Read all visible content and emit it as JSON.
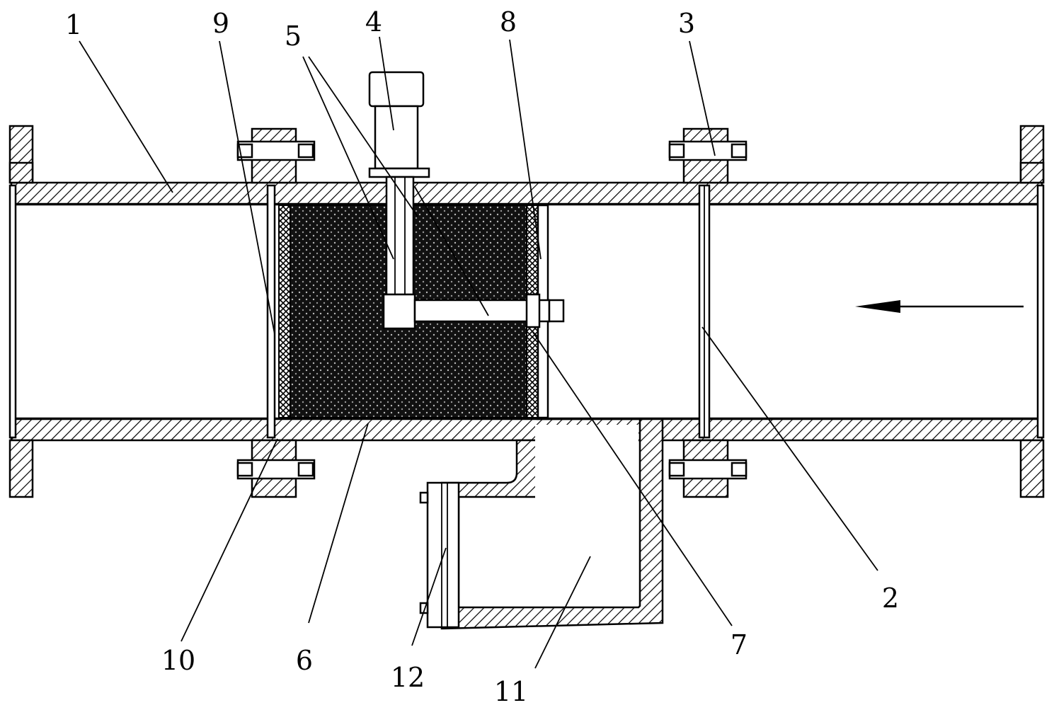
{
  "callouts": {
    "c1": "1",
    "c2": "2",
    "c3": "3",
    "c4": "4",
    "c5": "5",
    "c6": "6",
    "c7": "7",
    "c8": "8",
    "c9": "9",
    "c10": "10",
    "c11": "11",
    "c12": "12"
  },
  "flow_direction": "right-to-left",
  "colors": {
    "line": "#000000",
    "background": "#ffffff"
  }
}
